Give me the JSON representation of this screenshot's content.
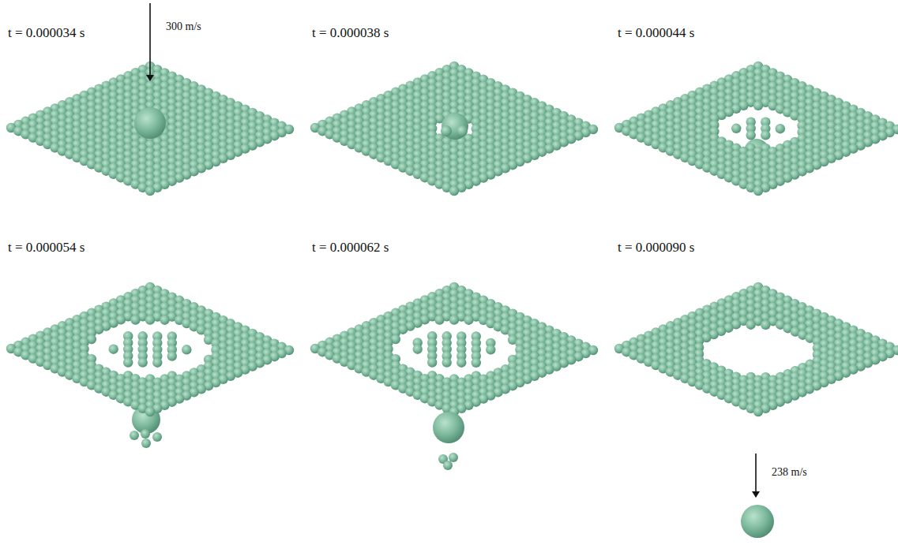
{
  "diagram": {
    "labels": [
      "t = 0.000034 s",
      "300 m/s",
      "t = 0.000038 s",
      "t = 0.000044 s",
      "t = 0.000054 s",
      "t = 0.000062 s",
      "t = 0.000090 s",
      "238 m/s"
    ]
  }
}
